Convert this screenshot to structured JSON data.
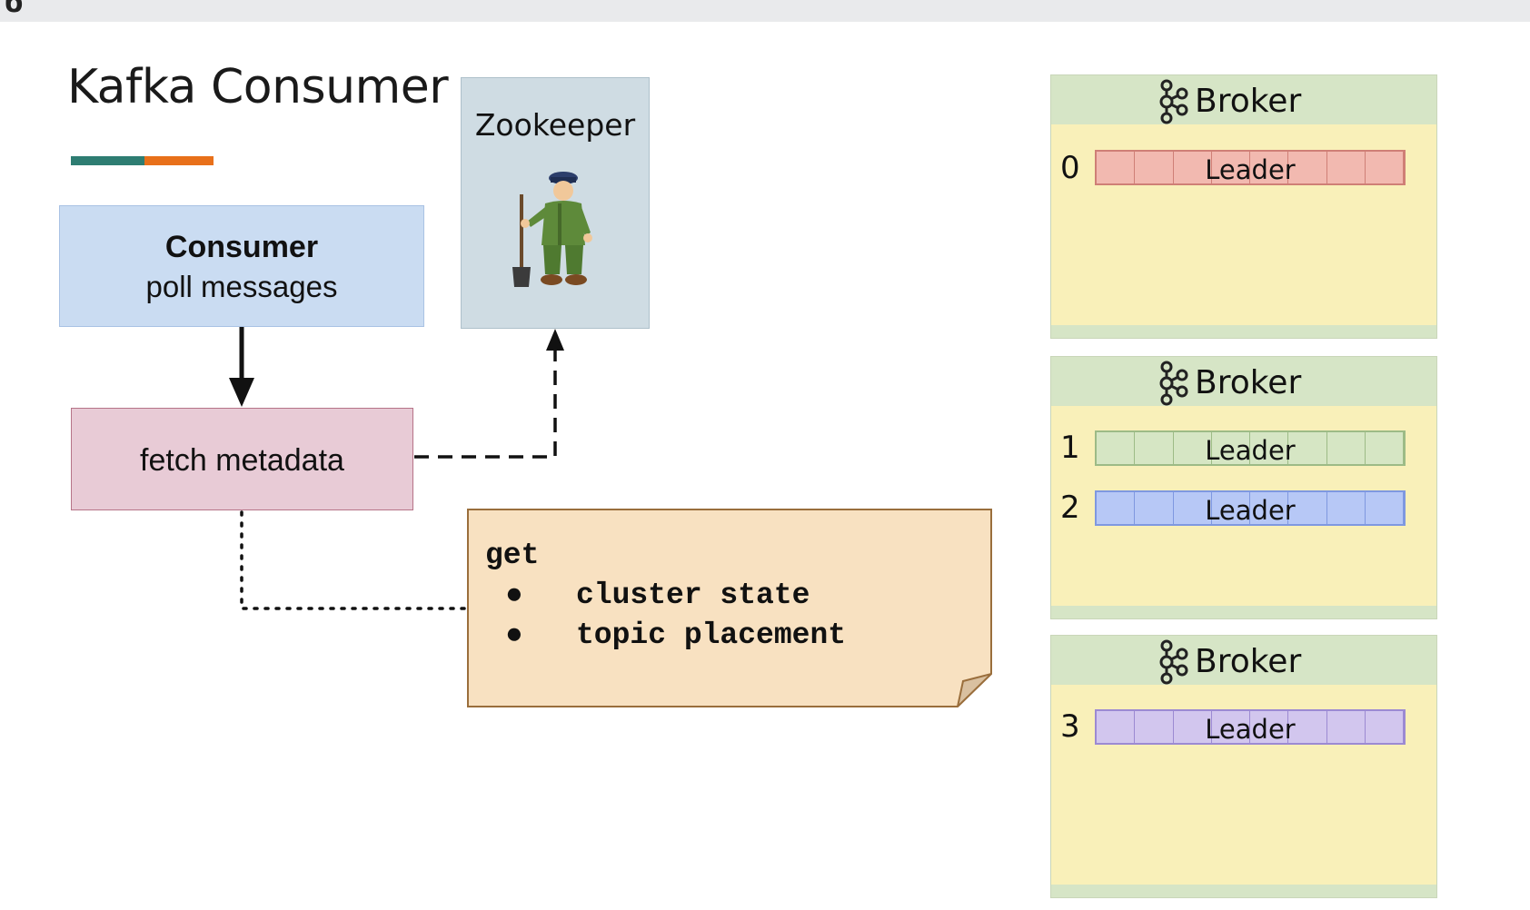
{
  "slide": {
    "title": "Kafka Consumer",
    "accent_colors": [
      "#2e7d72",
      "#e8701a"
    ]
  },
  "consumer": {
    "title": "Consumer",
    "subtitle": "poll messages",
    "color": "#cadcf2"
  },
  "zookeeper": {
    "title": "Zookeeper",
    "icon": "zookeeper-keeper-figure"
  },
  "fetch": {
    "label": "fetch metadata",
    "color": "#e8cbd6"
  },
  "note": {
    "heading": "get",
    "bullets": [
      "cluster state",
      "topic placement"
    ],
    "color": "#f8e1c1"
  },
  "brokers": [
    {
      "title": "Broker",
      "icon": "kafka-logo-icon",
      "partitions": [
        {
          "number": "0",
          "label": "Leader",
          "fill": "#f2b9b0",
          "stroke": "#cf7f76"
        }
      ]
    },
    {
      "title": "Broker",
      "icon": "kafka-logo-icon",
      "partitions": [
        {
          "number": "1",
          "label": "Leader",
          "fill": "#d6e6c4",
          "stroke": "#9dbb86"
        },
        {
          "number": "2",
          "label": "Leader",
          "fill": "#b7c8f6",
          "stroke": "#7f98e0"
        }
      ]
    },
    {
      "title": "Broker",
      "icon": "kafka-logo-icon",
      "partitions": [
        {
          "number": "3",
          "label": "Leader",
          "fill": "#d2c6ee",
          "stroke": "#9c8ad2"
        }
      ]
    }
  ]
}
